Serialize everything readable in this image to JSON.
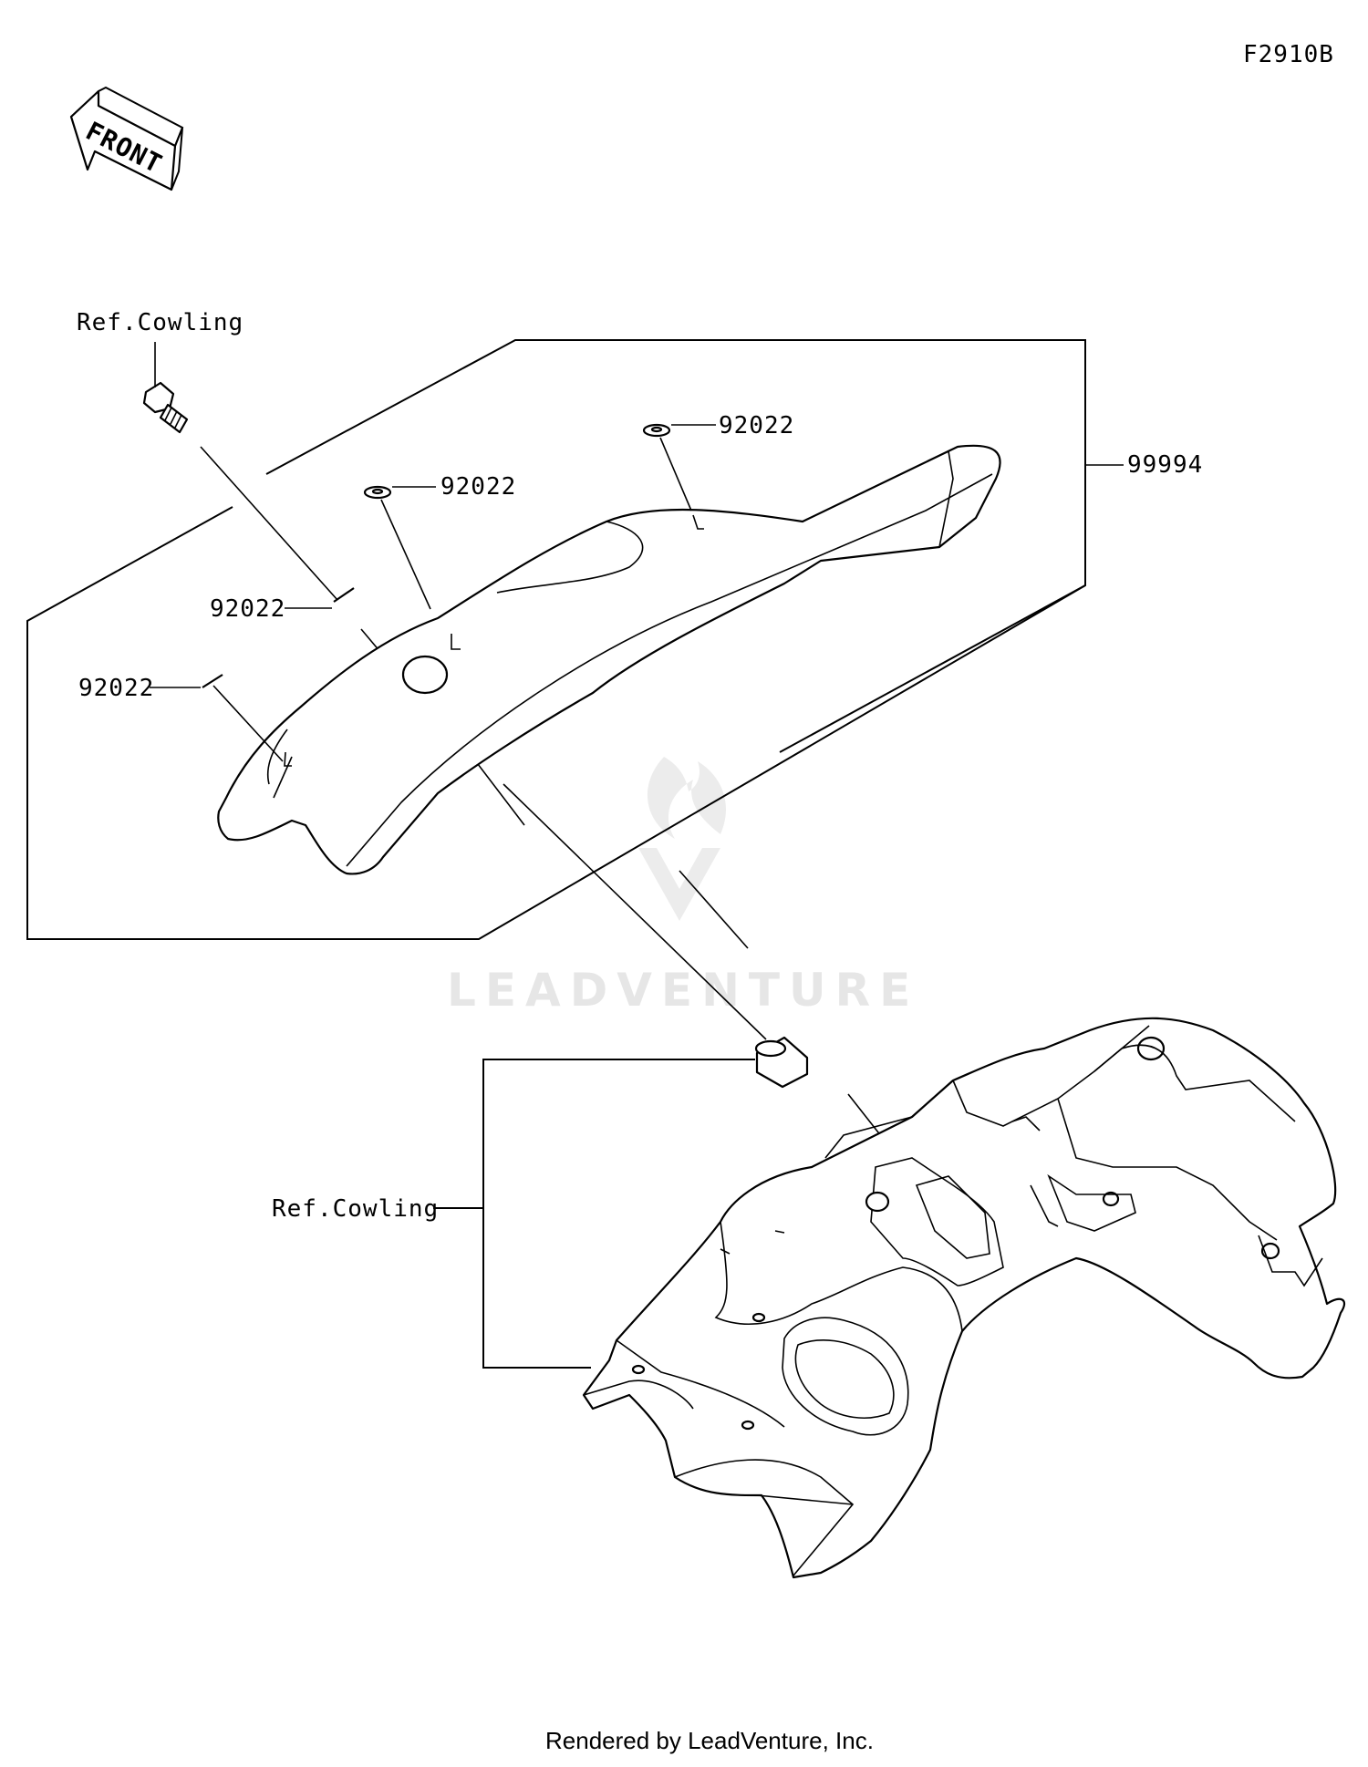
{
  "figure_code": "F2910B",
  "front_arrow": {
    "text": "FRONT",
    "icon": "front-direction-arrow-icon"
  },
  "watermark": {
    "text": "LEADVENTURE",
    "icon": "leadventure-flame-logo"
  },
  "callouts": {
    "ref_cowling_top": "Ref.Cowling",
    "ref_cowling_bottom": "Ref.Cowling",
    "washer_top_right": "92022",
    "washer_top_center": "92022",
    "washer_left_upper": "92022",
    "washer_left_lower": "92022",
    "kit": "99994"
  },
  "footer": "Rendered by LeadVenture, Inc."
}
